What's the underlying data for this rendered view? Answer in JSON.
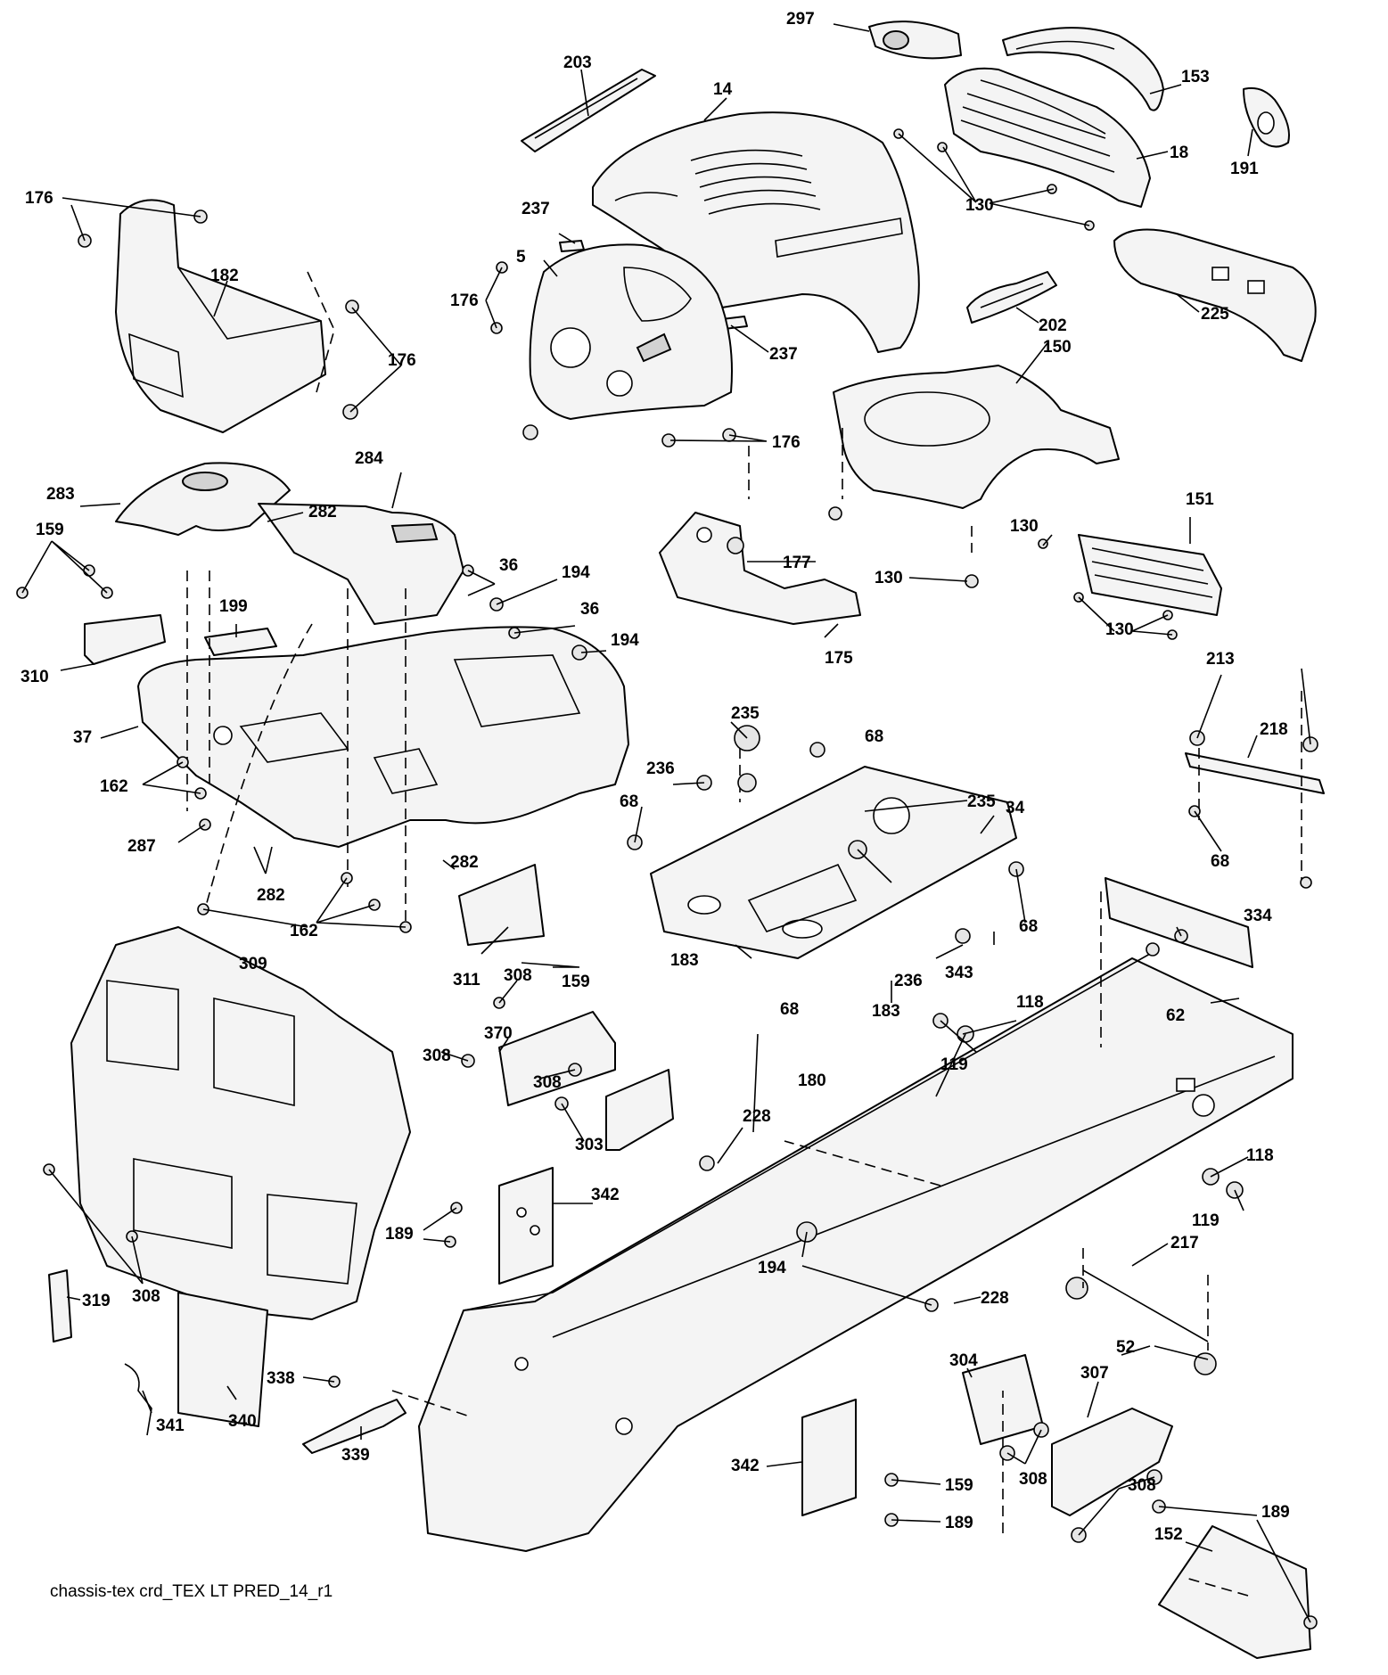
{
  "caption": "chassis-tex crd_TEX LT PRED_14_r1",
  "callouts": [
    "297",
    "153",
    "203",
    "14",
    "18",
    "191",
    "130",
    "176",
    "182",
    "237",
    "5",
    "202",
    "225",
    "150",
    "151",
    "177",
    "175",
    "283",
    "284",
    "282",
    "36",
    "194",
    "159",
    "199",
    "310",
    "37",
    "162",
    "287",
    "235",
    "68",
    "236",
    "213",
    "218",
    "34",
    "311",
    "183",
    "343",
    "309",
    "308",
    "370",
    "303",
    "180",
    "62",
    "118",
    "119",
    "228",
    "342",
    "189",
    "217",
    "52",
    "319",
    "341",
    "340",
    "338",
    "339",
    "304",
    "307",
    "152"
  ],
  "labels": {
    "l297": "297",
    "l153": "153",
    "l203": "203",
    "l14": "14",
    "l18": "18",
    "l191": "191",
    "l130a": "130",
    "l176a": "176",
    "l182": "182",
    "l237a": "237",
    "l5": "5",
    "l176b": "176",
    "l237b": "237",
    "l176c": "176",
    "l202": "202",
    "l225": "225",
    "l150": "150",
    "l176d": "176",
    "l283": "283",
    "l284": "284",
    "l282a": "282",
    "l159a": "159",
    "l36a": "36",
    "l194a": "194",
    "l36b": "36",
    "l194b": "194",
    "l199": "199",
    "l177": "177",
    "l130b": "130",
    "l130c": "130",
    "l151": "151",
    "l130d": "130",
    "l175": "175",
    "l310": "310",
    "l37": "37",
    "l162a": "162",
    "l287": "287",
    "l282b": "282",
    "l282c": "282",
    "l162b": "162",
    "l235a": "235",
    "l236a": "236",
    "l68a": "68",
    "l68b": "68",
    "l235b": "235",
    "l34": "34",
    "l213": "213",
    "l218": "218",
    "l68c": "68",
    "l68d": "68",
    "l311": "311",
    "l159b": "159",
    "l183a": "183",
    "l68e": "68",
    "l236b": "236",
    "l343": "343",
    "l334": "334",
    "l62": "62",
    "l309": "309",
    "l308a": "308",
    "l370": "370",
    "l308b": "308",
    "l308c": "308",
    "l303": "303",
    "l183b": "183",
    "l118a": "118",
    "l119a": "119",
    "l180": "180",
    "l228a": "228",
    "l342a": "342",
    "l189a": "189",
    "l194c": "194",
    "l118b": "118",
    "l119b": "119",
    "l308d": "308",
    "l319": "319",
    "l217": "217",
    "l228b": "228",
    "l52": "52",
    "l341": "341",
    "l340": "340",
    "l338": "338",
    "l339": "339",
    "l304": "304",
    "l307": "307",
    "l342b": "342",
    "l308e": "308",
    "l308f": "308",
    "l159c": "159",
    "l189b": "189",
    "l189c": "189",
    "l152": "152"
  }
}
